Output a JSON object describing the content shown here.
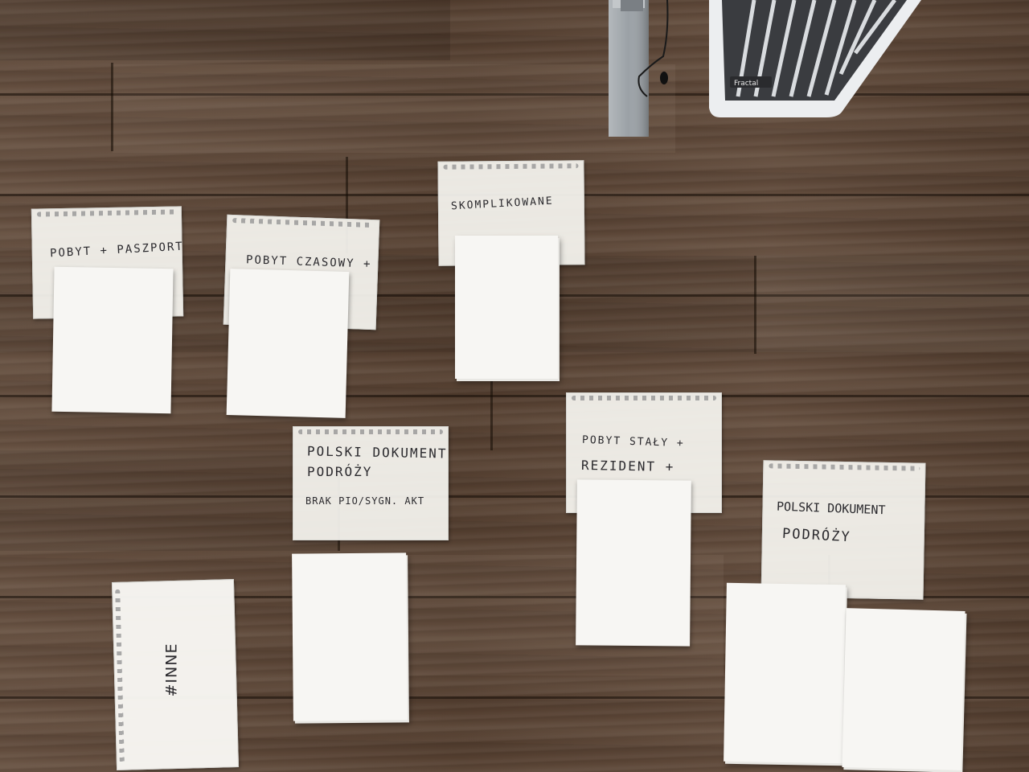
{
  "colors": {
    "floor": "#5a4333",
    "paper": "#f7f6f3",
    "ink": "#2b2a2e"
  },
  "labels": {
    "pobyt_paszport": "POBYT + PASZPORT",
    "pobyt_czasowy": "POBYT CZASOWY +",
    "skomplikowane": "SKOMPLIKOWANE",
    "polski_1_line1": "POLSKI DOKUMENT",
    "polski_1_line2": "PODRÓŻY",
    "polski_1_line3": "BRAK PIO/SYGN. AKT",
    "pobyt_staly_line1": "POBYT STAŁY +",
    "pobyt_staly_line2": "REZIDENT +",
    "polski_2_line1": "POLSKI DOKUMENT",
    "polski_2_line2": "PODRÓŻY",
    "inne": "#INNE"
  },
  "objects": {
    "fan_brand": "Fractal"
  }
}
